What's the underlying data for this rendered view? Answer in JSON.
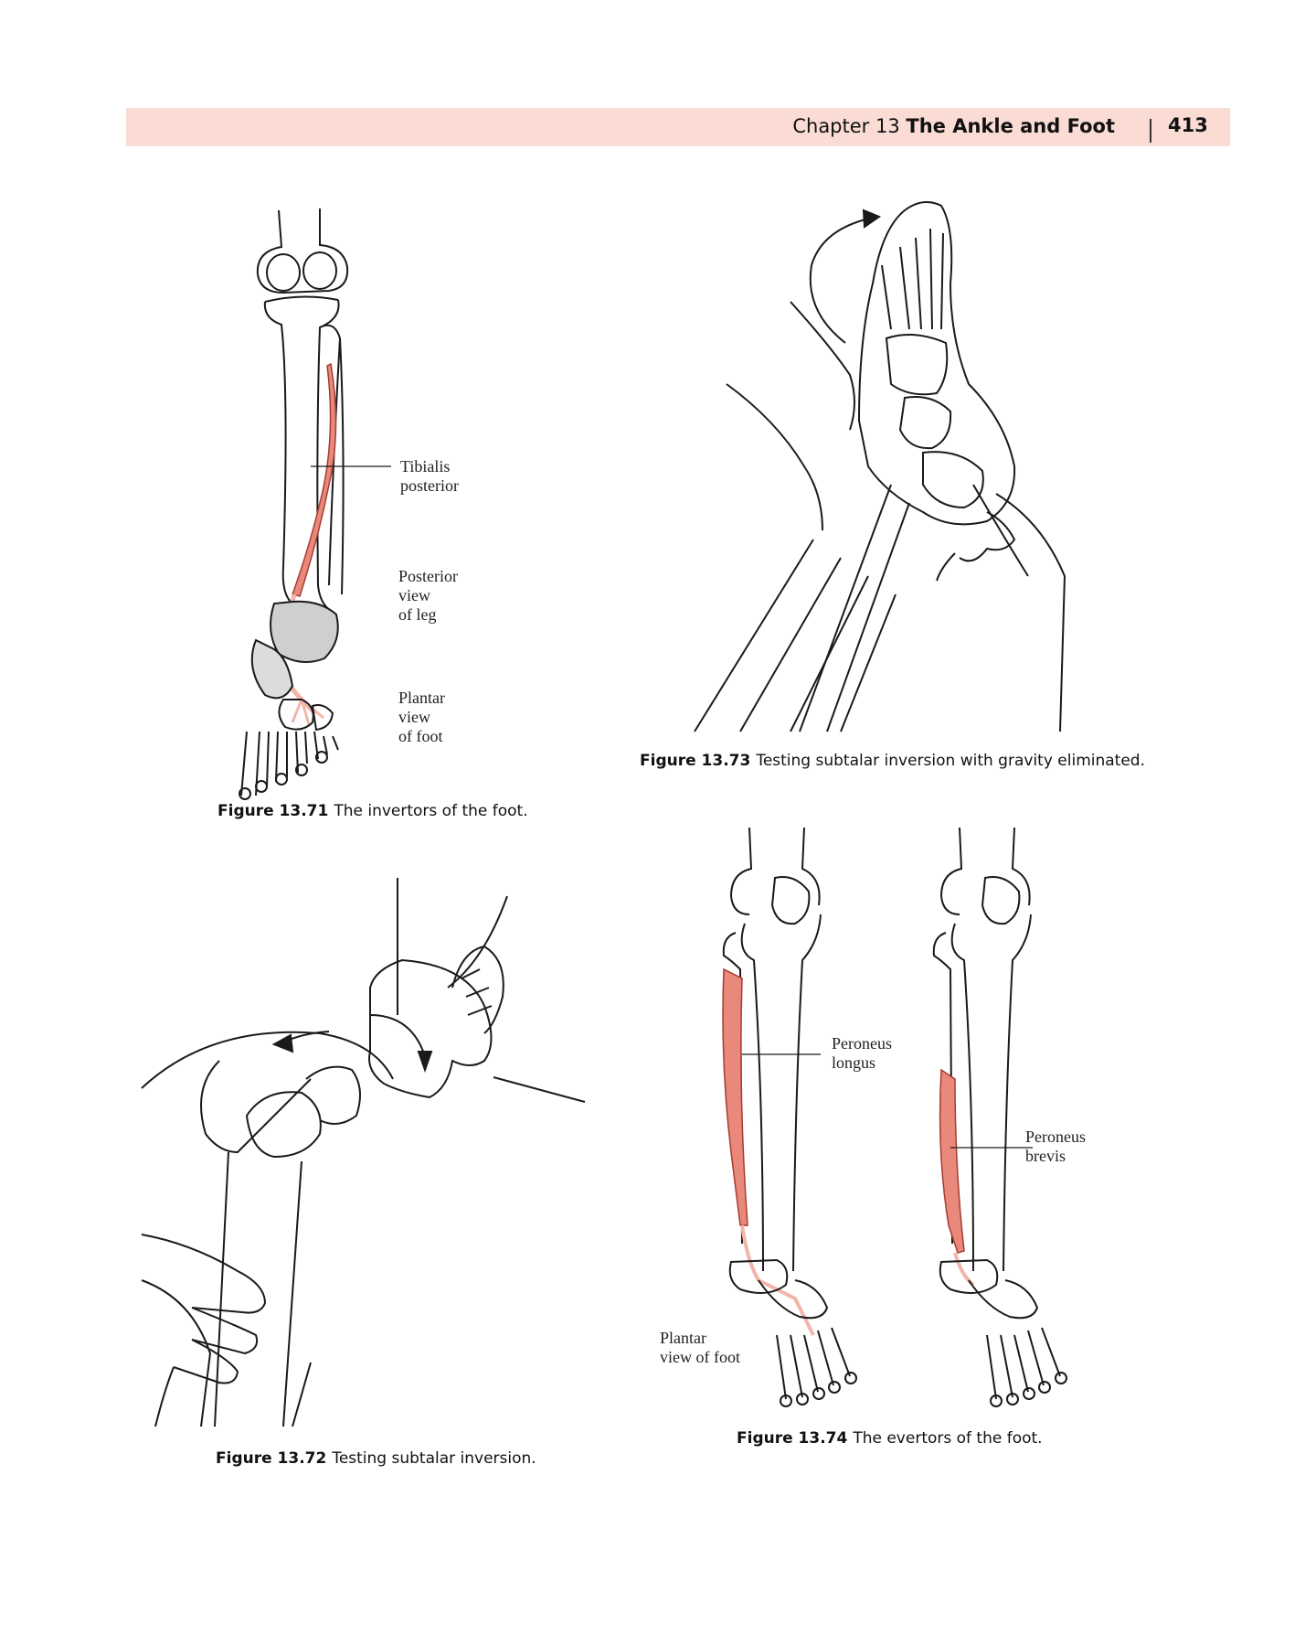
{
  "header": {
    "chapter_label": "Chapter 13",
    "chapter_title": "The Ankle and Foot",
    "page_number": "413"
  },
  "figures": {
    "f71": {
      "number": "Figure 13.71",
      "caption": "The invertors of the foot.",
      "labels": {
        "tibialis_1": "Tibialis",
        "tibialis_2": "posterior",
        "posterior_1": "Posterior",
        "posterior_2": "view",
        "posterior_3": "of leg",
        "plantar_1": "Plantar",
        "plantar_2": "view",
        "plantar_3": "of foot"
      }
    },
    "f72": {
      "number": "Figure 13.72",
      "caption": "Testing subtalar inversion."
    },
    "f73": {
      "number": "Figure 13.73",
      "caption": "Testing subtalar inversion with gravity eliminated."
    },
    "f74": {
      "number": "Figure 13.74",
      "caption": "The evertors of the foot.",
      "labels": {
        "longus_1": "Peroneus",
        "longus_2": "longus",
        "brevis_1": "Peroneus",
        "brevis_2": "brevis",
        "plantar_1": "Plantar",
        "plantar_2": "view of foot"
      }
    }
  },
  "colors": {
    "header_band": "#fadcd4",
    "muscle": "#e8897c",
    "tendon": "#f2b5aa",
    "outline": "#1a1a1a"
  }
}
